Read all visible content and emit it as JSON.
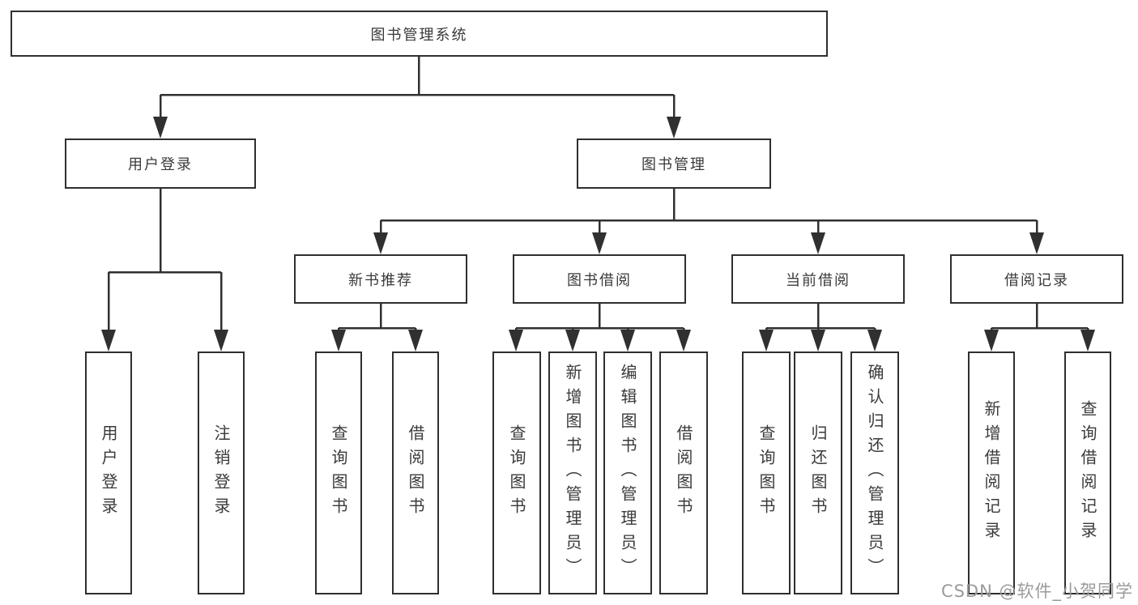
{
  "diagram": {
    "root": {
      "label": "图书管理系统"
    },
    "branches": [
      {
        "label": "用户登录",
        "children": [
          {
            "label": "用户登录"
          },
          {
            "label": "注销登录"
          }
        ]
      },
      {
        "label": "图书管理",
        "children": [
          {
            "label": "新书推荐",
            "children": [
              {
                "label": "查询图书"
              },
              {
                "label": "借阅图书"
              }
            ]
          },
          {
            "label": "图书借阅",
            "children": [
              {
                "label": "查询图书"
              },
              {
                "label": "新增图书（管理员）"
              },
              {
                "label": "编辑图书（管理员）"
              },
              {
                "label": "借阅图书"
              }
            ]
          },
          {
            "label": "当前借阅",
            "children": [
              {
                "label": "查询图书"
              },
              {
                "label": "归还图书"
              },
              {
                "label": "确认归还（管理员）"
              }
            ]
          },
          {
            "label": "借阅记录",
            "children": [
              {
                "label": "新增借阅记录"
              },
              {
                "label": "查询借阅记录"
              }
            ]
          }
        ]
      }
    ],
    "line_color": "#303030",
    "border_color": "#2f2f2f",
    "text_color": "#3a3a3a",
    "background_color": "#ffffff"
  },
  "watermark": {
    "text": "CSDN @软件_小贺同学",
    "color": "#9b9b9b"
  }
}
